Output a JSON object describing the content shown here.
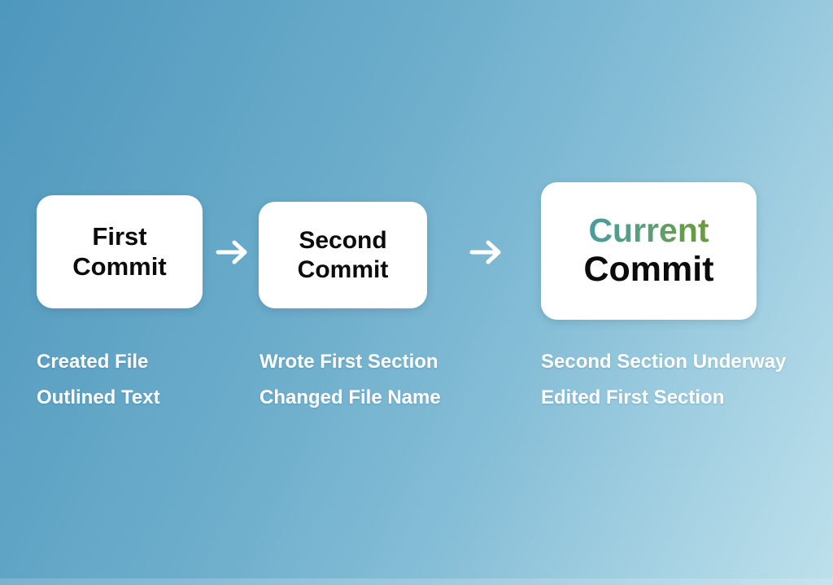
{
  "background": {
    "gradient_from": "#4e97bd",
    "gradient_to": "#bde0ec"
  },
  "accent": {
    "current_gradient_from": "#4b9ba0",
    "current_gradient_to": "#6c9a3f",
    "card_background": "#ffffff",
    "text_dark": "#0b0b0b",
    "caption_text": "#ffffff"
  },
  "flow": {
    "arrow_1_icon": "arrow-right-icon",
    "arrow_2_icon": "arrow-right-icon",
    "stages": [
      {
        "id": "first",
        "title_line_1": "First",
        "title_line_2": "Commit",
        "captions": [
          "Created File",
          "Outlined Text"
        ]
      },
      {
        "id": "second",
        "title_line_1": "Second",
        "title_line_2": "Commit",
        "captions": [
          "Wrote First Section",
          "Changed File Name"
        ]
      },
      {
        "id": "current",
        "title_line_1": "Current",
        "title_line_2": "Commit",
        "captions": [
          "Second Section Underway",
          "Edited First Section"
        ]
      }
    ]
  }
}
